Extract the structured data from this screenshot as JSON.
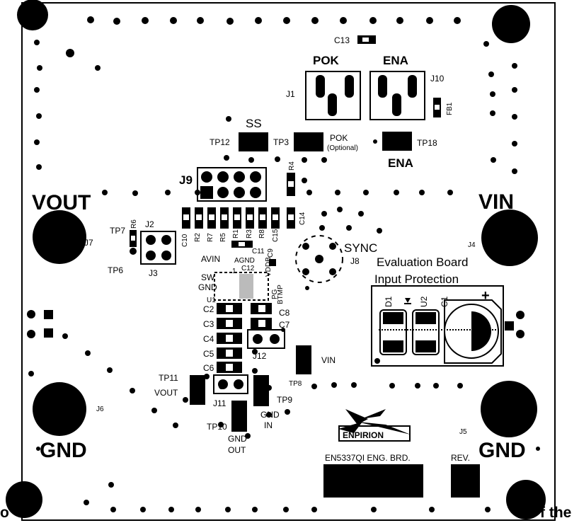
{
  "caption": {
    "left": "o",
    "right": "f the"
  },
  "board": {
    "labels": {
      "vout_big": "VOUT",
      "vin_big": "VIN",
      "gnd_left": "GND",
      "gnd_right": "GND",
      "pok": "POK",
      "ena": "ENA",
      "ena_lower": "ENA",
      "ss": "SS",
      "pok_optional_1": "POK",
      "pok_optional_2": "(Optional)",
      "c13": "C13",
      "j1": "J1",
      "j10": "J10",
      "fb1": "FB1",
      "tp12": "TP12",
      "tp3": "TP3",
      "tp18": "TP18",
      "j9": "J9",
      "r4": "R4",
      "c14": "C14",
      "j2": "J2",
      "j3": "J3",
      "tp7": "TP7",
      "r6": "R6",
      "tp6": "TP6",
      "j7": "J7",
      "j4": "J4",
      "sync": "SYNC",
      "j8": "J8",
      "eval1": "Evaluation Board",
      "eval2": "Input Protection",
      "d1": "D1",
      "u2": "U2",
      "c1": "C1",
      "c10": "C10",
      "r2": "R2",
      "r7": "R7",
      "r5": "R5",
      "r1": "R1",
      "r3": "R3",
      "r8": "R8",
      "c15": "C15",
      "c11": "C11",
      "avin": "AVIN",
      "agnd": "AGND",
      "c9": "C9",
      "vddb": "VDDB",
      "c12": "C12",
      "sw": "SW",
      "gnd_small": "GND",
      "u1": "U1",
      "pg": "PG",
      "btmp": "BTMP",
      "c2": "C2",
      "c3": "C3",
      "c4": "C4",
      "c5": "C5",
      "c6": "C6",
      "c8": "C8",
      "c7": "C7",
      "j12": "J12",
      "vin_small": "VIN",
      "tp8": "TP8",
      "tp11": "TP11",
      "vout_small": "VOUT",
      "j11": "J11",
      "tp9": "TP9",
      "gnd_in_1": "GND",
      "gnd_in_2": "IN",
      "gnd_out_1": "GND",
      "gnd_out_2": "OUT",
      "tp10": "TP10",
      "j6": "J6",
      "j5": "J5",
      "brand": "ENPIRION",
      "part": "EN5337QI ENG. BRD.",
      "rev": "REV.",
      "one": "1"
    }
  }
}
